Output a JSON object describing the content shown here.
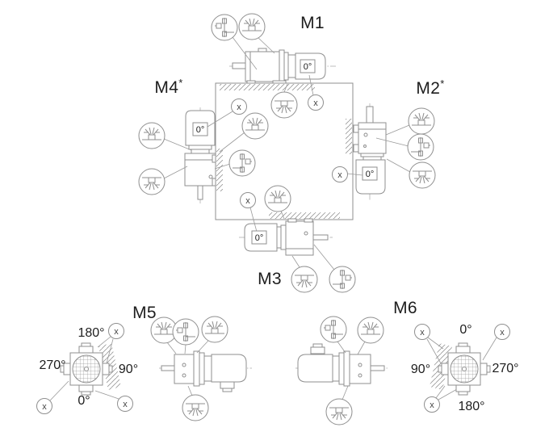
{
  "diagram": {
    "type": "gearmotor-mounting-positions",
    "colors": {
      "background": "#ffffff",
      "line": "#8f8f8f",
      "text": "#1d1d1d"
    },
    "positions": {
      "m1": {
        "label": "M1",
        "sup": "",
        "flange_angle": "0°"
      },
      "m2": {
        "label": "M2",
        "sup": "*",
        "flange_angle": "0°"
      },
      "m3": {
        "label": "M3",
        "sup": "",
        "flange_angle": "0°"
      },
      "m4": {
        "label": "M4",
        "sup": "*",
        "flange_angle": "0°"
      },
      "m5": {
        "label": "M5",
        "angles": {
          "top": "180°",
          "right": "90°",
          "bottom": "0°",
          "left": "270°"
        }
      },
      "m6": {
        "label": "M6",
        "angles": {
          "top": "0°",
          "right": "270°",
          "bottom": "180°",
          "left": "90°"
        }
      }
    },
    "symbols": {
      "x_marker": "x",
      "icons": {
        "fan_up": "fan-grille-icon",
        "fan_down": "fan-grille-icon-inverted",
        "terminal_box": "terminal-box-side-icon"
      }
    }
  }
}
